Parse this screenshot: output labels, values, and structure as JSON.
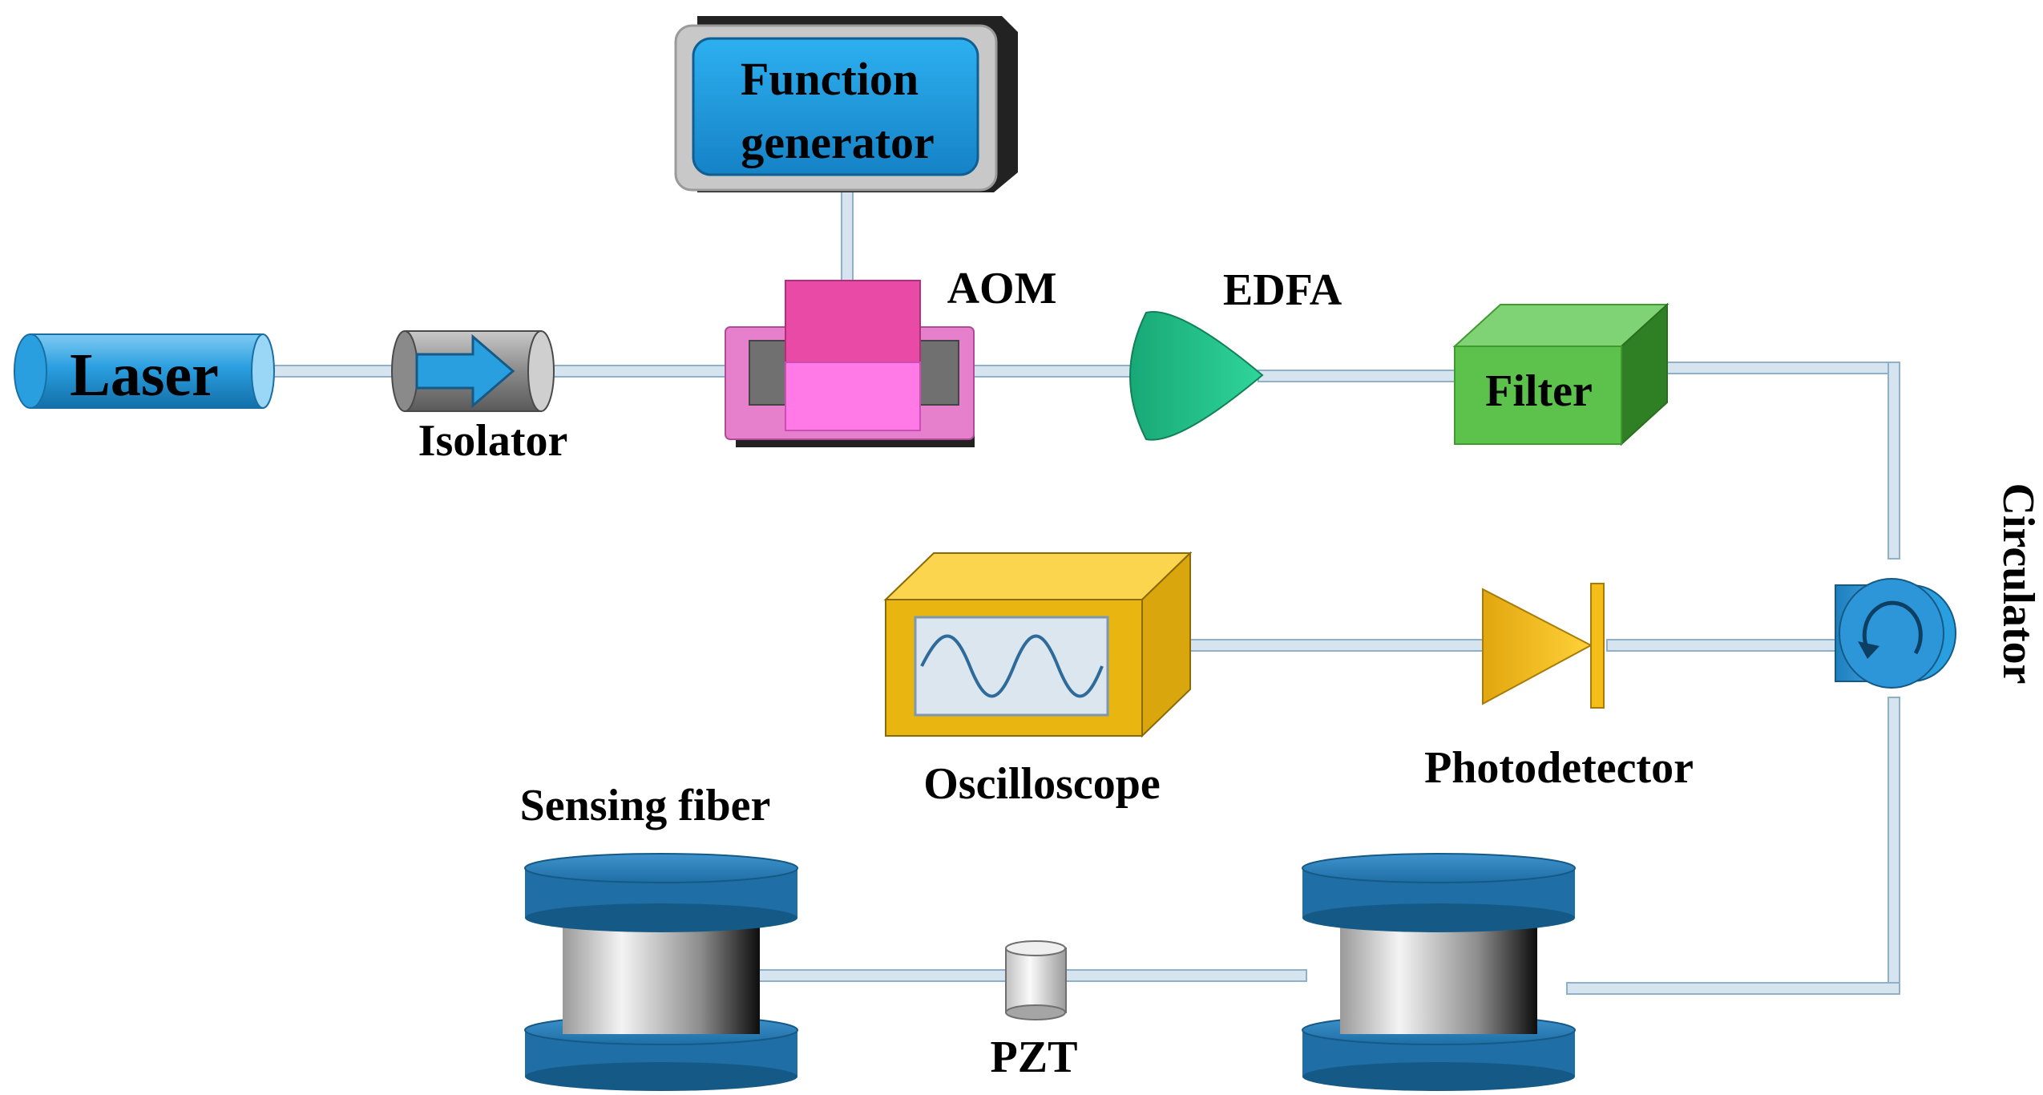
{
  "labels": {
    "laser": "Laser",
    "isolator": "Isolator",
    "function_generator_line1": "Function",
    "function_generator_line2": "generator",
    "aom": "AOM",
    "edfa": "EDFA",
    "filter": "Filter",
    "circulator": "Circulator",
    "photodetector": "Photodetector",
    "oscilloscope": "Oscilloscope",
    "sensing_fiber": "Sensing fiber",
    "pzt": "PZT"
  },
  "colors": {
    "fiber": "#d6e4ef",
    "fiber_edge": "#8fb0c9",
    "laser": "#2a9fe0",
    "function_generator": "#1f9fe4",
    "aom_pink": "#f06ec0",
    "edfa": "#1fbf88",
    "filter": "#5cc24b",
    "oscilloscope": "#f0c020",
    "photodetector": "#f5bd18",
    "spool_blue": "#2b7fb8"
  }
}
